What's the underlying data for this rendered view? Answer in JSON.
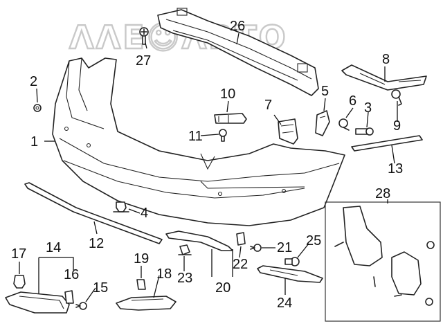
{
  "watermark": "ΛΛΕ☺ΛΒΤΟ",
  "callouts": [
    "1",
    "2",
    "3",
    "4",
    "5",
    "6",
    "7",
    "8",
    "9",
    "10",
    "11",
    "12",
    "13",
    "14",
    "15",
    "16",
    "17",
    "18",
    "19",
    "20",
    "21",
    "22",
    "23",
    "24",
    "25",
    "26",
    "27",
    "28"
  ]
}
